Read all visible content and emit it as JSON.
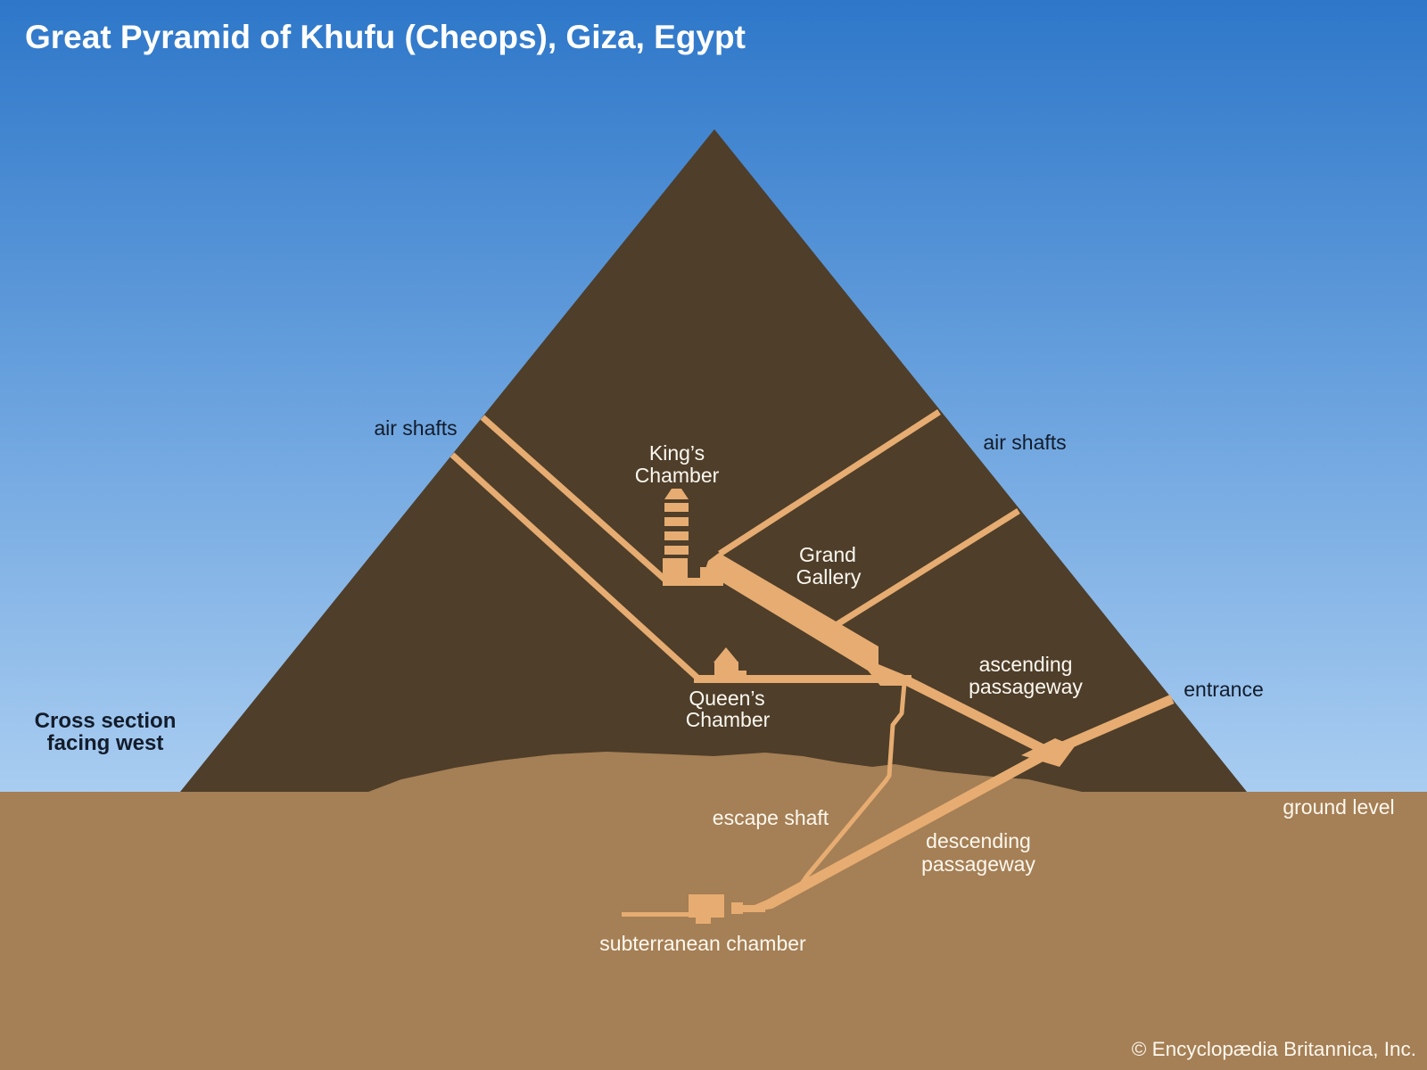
{
  "title": "Great Pyramid of Khufu (Cheops), Giza, Egypt",
  "note": {
    "line1": "Cross section",
    "line2": "facing west"
  },
  "labels": {
    "air_shafts_left": "air shafts",
    "air_shafts_right": "air shafts",
    "kings_chamber": {
      "line1": "King’s",
      "line2": "Chamber"
    },
    "grand_gallery": {
      "line1": "Grand",
      "line2": "Gallery"
    },
    "ascending": {
      "line1": "ascending",
      "line2": "passageway"
    },
    "entrance": "entrance",
    "queens_chamber": {
      "line1": "Queen’s",
      "line2": "Chamber"
    },
    "escape_shaft": "escape shaft",
    "descending": {
      "line1": "descending",
      "line2": "passageway"
    },
    "subterranean_chamber": "subterranean chamber",
    "ground_level": "ground level"
  },
  "footer": {
    "copyright": "© Encyclopædia Britannica, Inc."
  },
  "colors": {
    "sky_top": "#2e77c9",
    "sky_mid": "#6aa2de",
    "sky_horizon": "#a9cdf1",
    "ground": "#a57f55",
    "pyramid": "#4e3e2a",
    "passage": "#e6ac71",
    "label_dark": "#131c2b",
    "label_light": "#fdf8ef",
    "title_color": "#ffffff"
  }
}
